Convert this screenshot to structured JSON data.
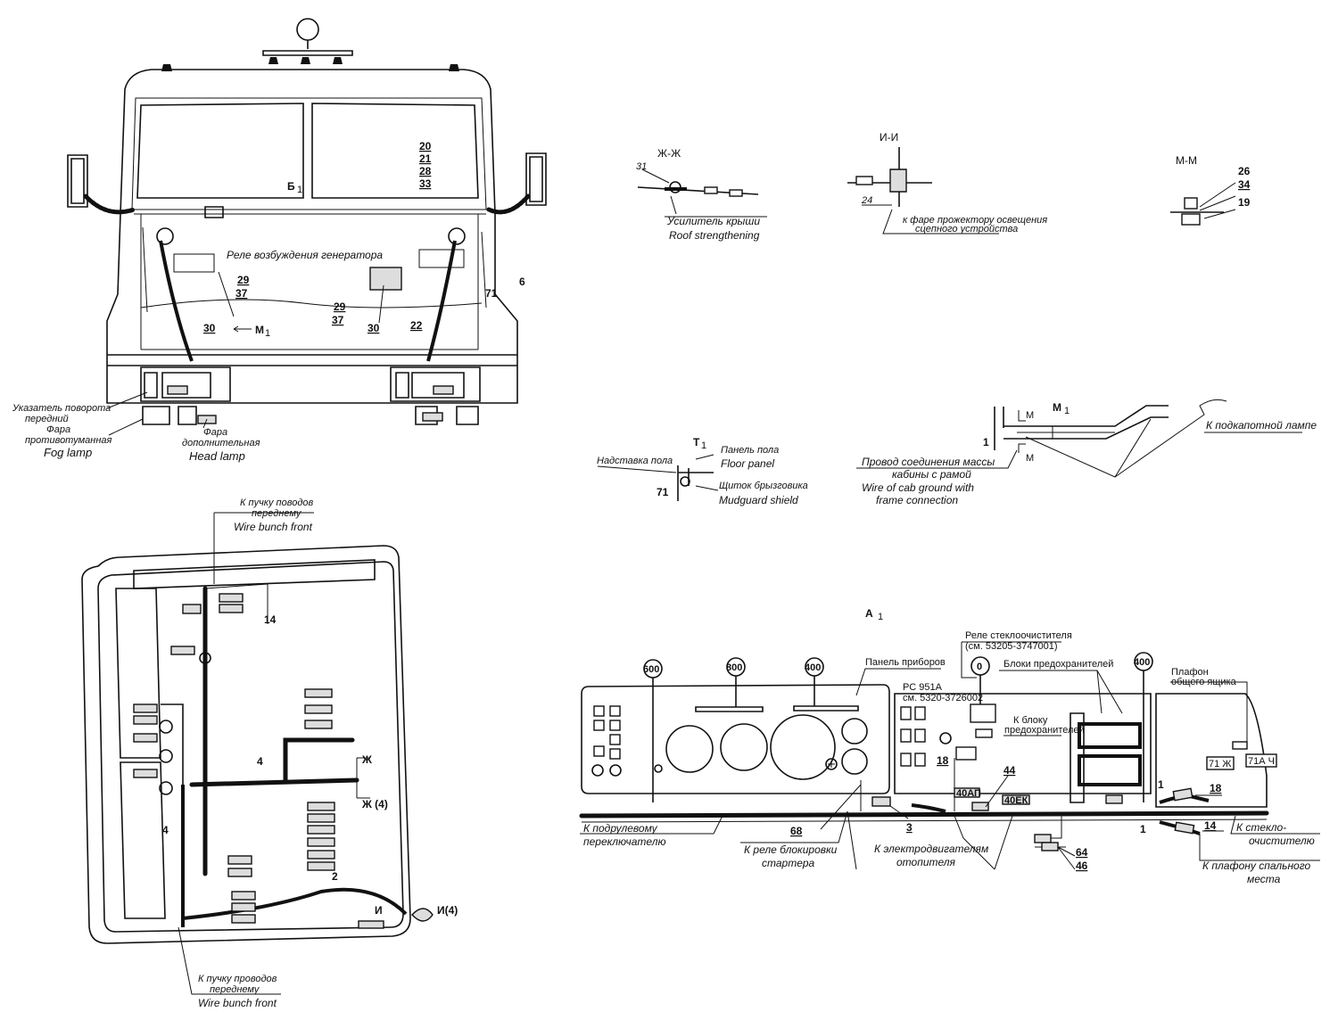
{
  "front_view": {
    "callouts": {
      "stack_right": [
        "20",
        "21",
        "28",
        "33"
      ],
      "b1": "Б",
      "b1_sub": "1",
      "relay_label": "Реле возбуждения генератора",
      "left_29": "29",
      "left_37": "37",
      "right_29": "29",
      "right_37": "37",
      "c30_left": "30",
      "c30_right": "30",
      "c22": "22",
      "c71": "71",
      "c6": "6",
      "m1": "М",
      "m1_sub": "1"
    },
    "labels": {
      "turn_ru_1": "Указатель поворота",
      "turn_ru_2": "передний",
      "fog_ru_1": "Фара",
      "fog_ru_2": "противотуманная",
      "fog_en": "Fog lamp",
      "head_ru_1": "Фара",
      "head_ru_2": "дополнительная",
      "head_en": "Head lamp"
    }
  },
  "sections": {
    "zh": {
      "title": "Ж-Ж",
      "num": "31",
      "ru": "Усилитель крыши",
      "en": "Roof strengthening"
    },
    "i": {
      "title": "И-И",
      "num": "24",
      "note_1": "к фаре прожектору освещения",
      "note_2": "сцепного устройства"
    },
    "m": {
      "title": "М-М",
      "n26": "26",
      "n34": "34",
      "n19": "19"
    },
    "t1": {
      "title": "Т",
      "title_sub": "1",
      "n71": "71",
      "ext_ru": "Надставка пола",
      "panel_ru": "Панель пола",
      "panel_en": "Floor panel",
      "shield_ru": "Щиток брызговика",
      "shield_en": "Mudguard shield"
    },
    "m1": {
      "title": "М",
      "title_sub": "1",
      "cut": "М",
      "n1": "1",
      "hood_lamp": "К подкапотной лампе",
      "ground_ru_1": "Провод соединения массы",
      "ground_ru_2": "кабины с рамой",
      "ground_en_1": "Wire of cab ground with",
      "ground_en_2": "frame connection"
    }
  },
  "roof_view": {
    "top_ru": "К пучку поводов",
    "top_ru_2": "переднему",
    "top_en": "Wire bunch front",
    "bottom_ru": "К пучку проводов",
    "bottom_ru_2": "переднему",
    "bottom_en": "Wire bunch front",
    "n14": "14",
    "n4a": "4",
    "n4b": "4",
    "n2": "2",
    "zh": "Ж",
    "zh4": "Ж (4)",
    "i": "И",
    "i4": "И(4)"
  },
  "dashboard": {
    "title": "А",
    "title_sub": "1",
    "circle_600": "600",
    "circle_800": "800",
    "circle_400a": "400",
    "circle_0": "0",
    "circle_400b": "400",
    "panel_label": "Панель приборов",
    "relay_1": "Реле стеклоочистителя",
    "relay_2": "(см. 53205-3747001)",
    "pc_1": "РС 951А",
    "pc_2": "см. 5320-3726002",
    "fuse_blocks": "Блоки предохранителей",
    "to_fuse_1": "К блоку",
    "to_fuse_2": "предохранителей",
    "lamp_1": "Плафон",
    "lamp_2": "общего ящика",
    "n18a": "18",
    "n44": "44",
    "n18b": "18",
    "n68": "68",
    "n3": "3",
    "n64": "64",
    "n46": "46",
    "n1": "1",
    "n14": "14",
    "tag_71zh": "71 Ж",
    "tag_71ach": "71А Ч",
    "tag_40an": "40АП",
    "tag_40ek": "40ЕК",
    "steer_1": "К подрулевому",
    "steer_2": "переключателю",
    "starter_1": "К реле блокировки",
    "starter_2": "стартера",
    "motors_1": "К электродвигателям",
    "motors_2": "отопителя",
    "wiper_1": "К стекло-",
    "wiper_2": "очистителю",
    "sleep_1": "К плафону спального",
    "sleep_2": "места"
  }
}
